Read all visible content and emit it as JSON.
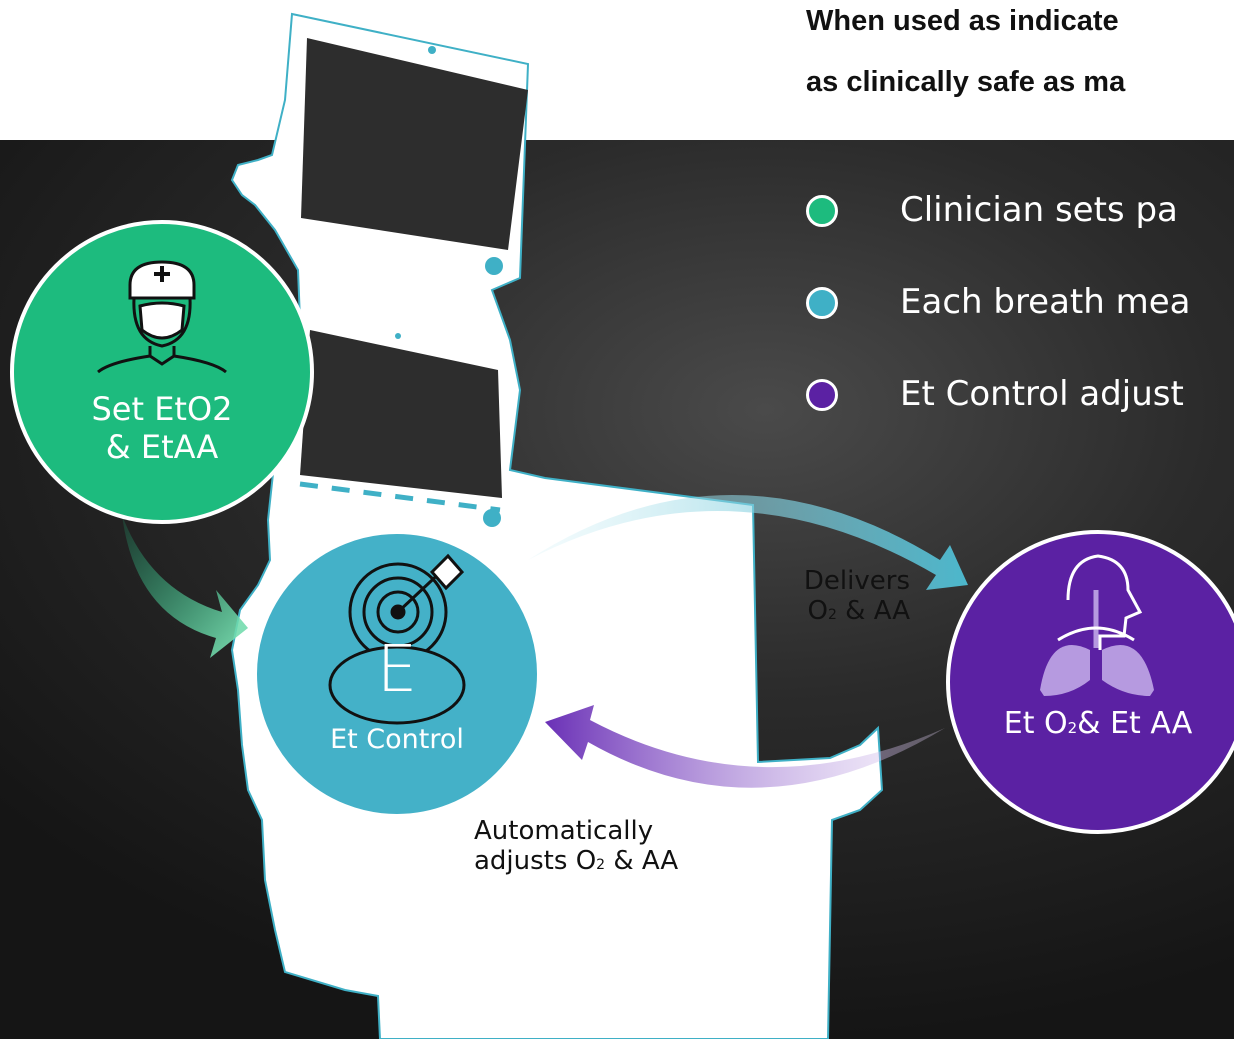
{
  "heading": {
    "line1": "When used as indicate",
    "line2": "as clinically safe as ma"
  },
  "bullets": [
    {
      "text": "Clinician sets pa",
      "color": "#1dbb7e"
    },
    {
      "text": "Each breath mea",
      "color": "#3fb0c6"
    },
    {
      "text": "Et Control adjust",
      "color": "#5b21a3"
    }
  ],
  "nodes": {
    "clinician": {
      "line1": "Set EtO2",
      "line2": "& EtAA",
      "color": "#1dbb7e",
      "icon": "clinician-icon"
    },
    "et_control": {
      "label": "Et Control",
      "letter": "E",
      "color": "#44b1c8",
      "icon": "target-arrow-icon"
    },
    "patient": {
      "et1": "Et O",
      "sub": "2",
      "et2": "& Et AA",
      "color": "#5b21a3",
      "icon": "lungs-icon"
    }
  },
  "edges": {
    "delivers": {
      "line1": "Delivers",
      "line2_main": "O",
      "line2_sub": "2",
      "line2_rest": " & AA"
    },
    "adjusts": {
      "line1": "Automatically",
      "line2_main": "adjusts O",
      "line2_sub": "2",
      "line2_rest": " & AA"
    }
  }
}
